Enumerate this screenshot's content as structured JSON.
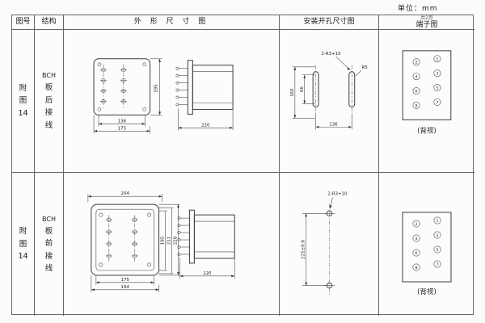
{
  "unit": "单位：mm",
  "header": {
    "figure": "图号",
    "structure": "结构",
    "outline": "外 形 尺 寸 图",
    "install": "安装开孔尺寸图",
    "terminal": "端子图",
    "note": "共2页"
  },
  "rows": [
    {
      "figure": [
        "附",
        "图",
        "14"
      ],
      "structure": [
        "BCH",
        "板",
        "后",
        "接",
        "线"
      ],
      "outline": {
        "height": "195",
        "width_inner": "136",
        "width_outer": "175",
        "depth": "220"
      },
      "install": {
        "v_total": "165",
        "v_inner": "66",
        "width": "136",
        "slot_note": "2-R3+10",
        "radius": "R5"
      },
      "terminal": {
        "right": [
          "1",
          "3",
          "5",
          "7"
        ],
        "left": [
          "2",
          "4",
          "6",
          "8"
        ],
        "caption": "(背视)"
      }
    },
    {
      "figure": [
        "附",
        "图",
        "14"
      ],
      "structure": [
        "BCH",
        "板",
        "前",
        "接",
        "线"
      ],
      "outline": {
        "top": "204",
        "h1": "195",
        "h2": "211",
        "h3": "228",
        "width_inner": "175",
        "width_outer": "194",
        "depth": "220"
      },
      "install": {
        "slot_note": "2-R3+10",
        "v_dim": "221±0.8"
      },
      "terminal": {
        "right": [
          "1",
          "3",
          "5",
          "7"
        ],
        "left": [
          "2",
          "4",
          "6",
          "8"
        ],
        "caption": "(背视)"
      }
    }
  ]
}
